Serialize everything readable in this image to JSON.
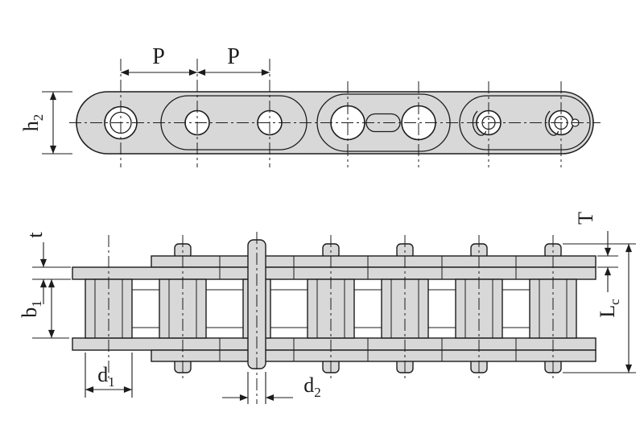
{
  "drawing": {
    "subject": "Roller chain technical drawing, side elevation and sectional plan views",
    "views": [
      {
        "id": "side-view",
        "description": "Chain side elevation with link plates, rollers, pins, oval slot link and spring clips"
      },
      {
        "id": "plan-view",
        "description": "Chain plan section with pins, pin heads, rollers, inner and outer plates"
      }
    ],
    "labels": {
      "pitch_left": {
        "base": "P",
        "sub": ""
      },
      "pitch_right": {
        "base": "P",
        "sub": ""
      },
      "plate_height": {
        "base": "h",
        "sub": "2"
      },
      "inner_plate_thickness": {
        "base": "t",
        "sub": ""
      },
      "outer_plate_thickness": {
        "base": "T",
        "sub": ""
      },
      "inner_width": {
        "base": "b",
        "sub": "1"
      },
      "roller_diameter": {
        "base": "d",
        "sub": "1"
      },
      "pin_diameter": {
        "base": "d",
        "sub": "2"
      },
      "pin_length": {
        "base": "L",
        "sub": "c"
      }
    },
    "colors": {
      "line": "#1c1c1c",
      "metal_fill": "#d8d8d8",
      "background": "#ffffff"
    }
  }
}
